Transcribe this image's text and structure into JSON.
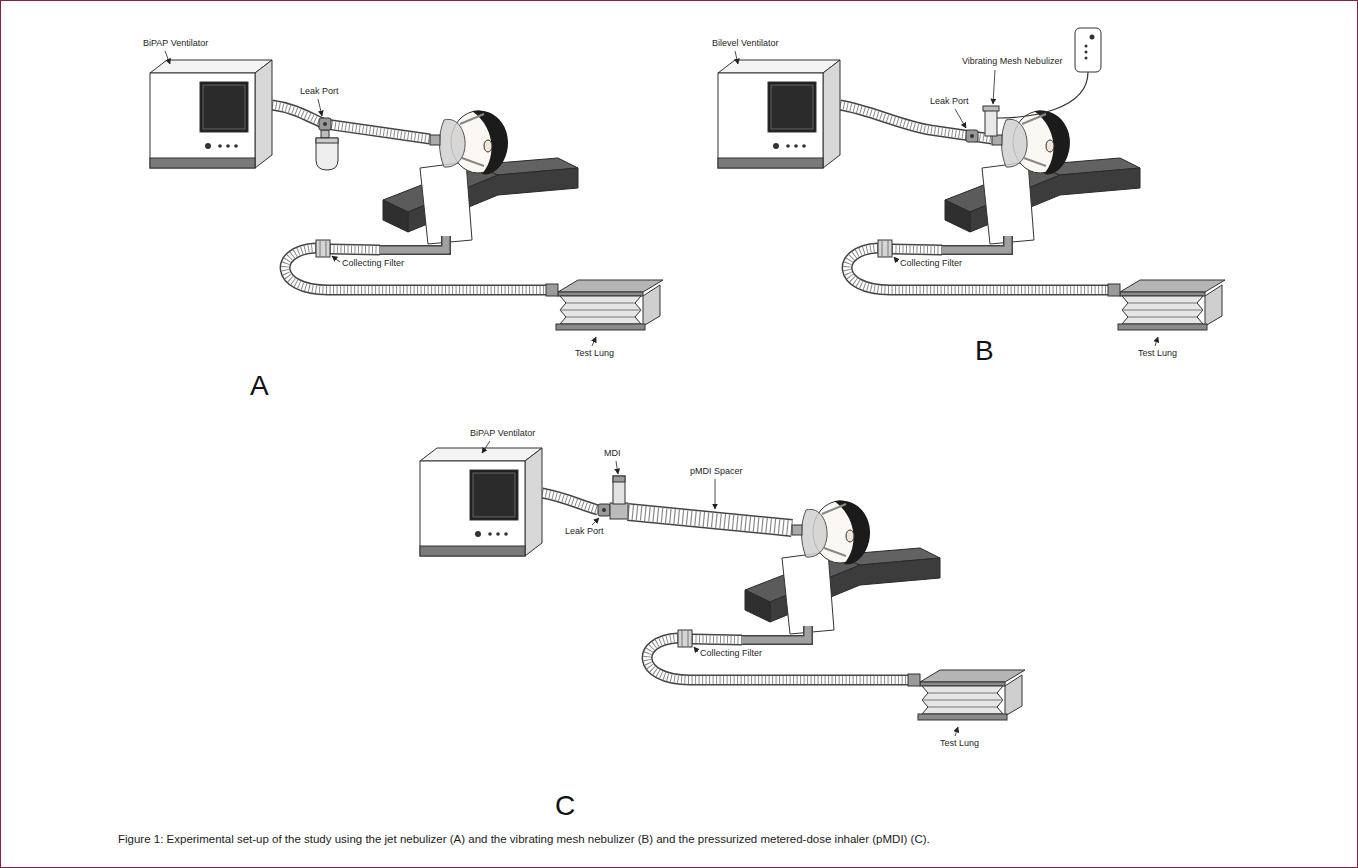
{
  "diagram": {
    "caption": "Figure 1: Experimental set-up of the study using the jet nebulizer (A) and the vibrating mesh nebulizer (B) and the pressurized metered-dose inhaler (pMDI) (C).",
    "labels": [
      "BiPAP Ventilator",
      "Leak Port",
      "Collecting Filter",
      "Test Lung",
      "A",
      "Bilevel Ventilator",
      "Vibrating Mesh Nebulizer",
      "Leak Port",
      "Collecting Filter",
      "B",
      "Test Lung",
      "BiPAP Ventilator",
      "MDI",
      "pMDI Spacer",
      "Leak Port",
      "Collecting Filter",
      "Test Lung",
      "C"
    ]
  }
}
